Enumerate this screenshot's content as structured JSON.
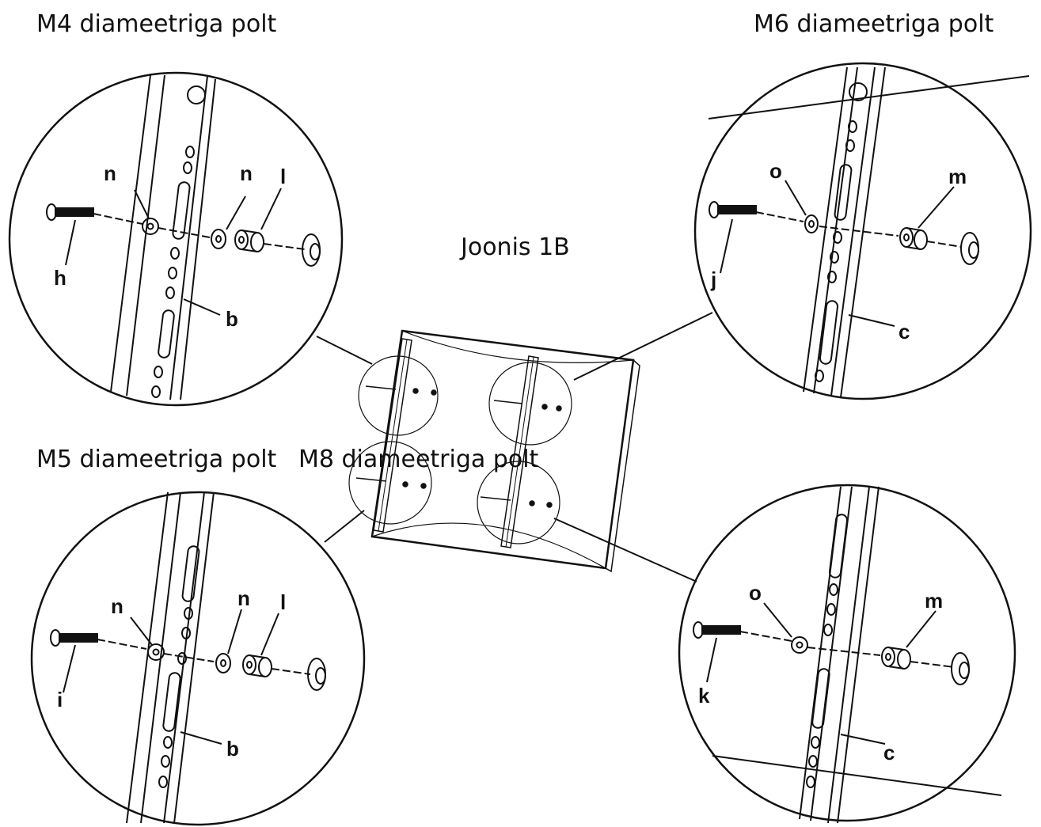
{
  "captions": {
    "top_left": "M4 diameetriga polt",
    "top_right": "M6 diameetriga polt",
    "bottom_left": "M5 diameetriga polt",
    "bottom_center": "M8 diameetriga polt",
    "figure": "Joonis  1B"
  },
  "part_labels": {
    "top_left": {
      "bolt": "h",
      "washer_a": "n",
      "washer_b": "n",
      "spacer": "l",
      "bracket": "b"
    },
    "top_right": {
      "bolt": "j",
      "washer": "o",
      "spacer": "m",
      "bracket": "c"
    },
    "bottom_left": {
      "bolt": "i",
      "washer_a": "n",
      "washer_b": "n",
      "spacer": "l",
      "bracket": "b"
    },
    "bottom_right": {
      "bolt": "k",
      "washer": "o",
      "spacer": "m",
      "bracket": "c"
    }
  }
}
